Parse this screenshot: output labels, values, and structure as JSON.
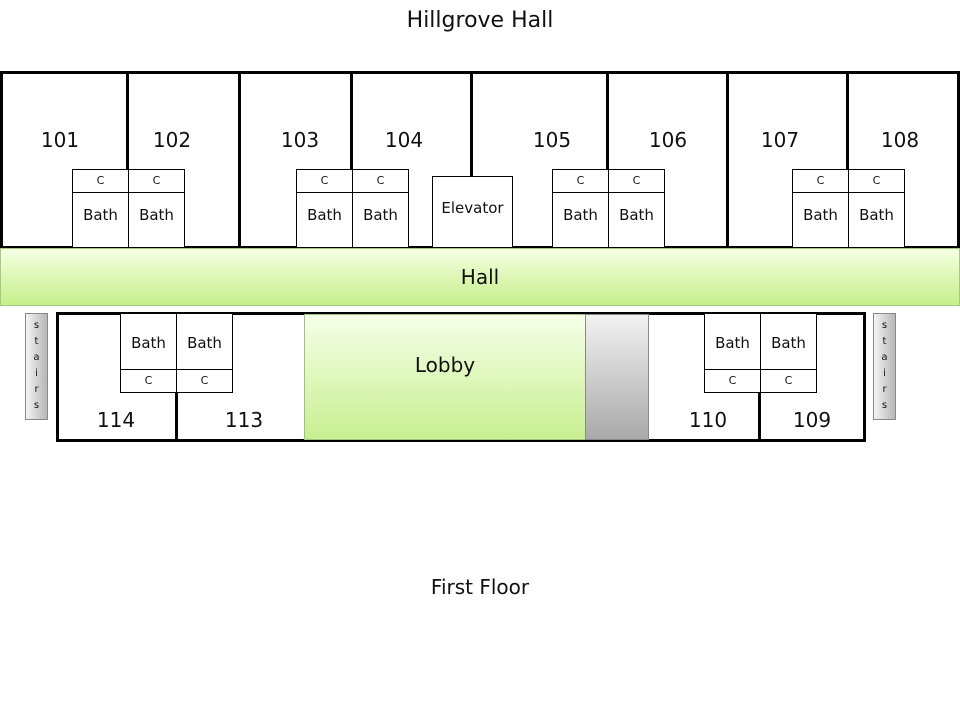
{
  "title": "Hillgrove Hall",
  "subtitle": "First Floor",
  "closet_label": "C",
  "bath_label": "Bath",
  "hall_label": "Hall",
  "lobby_label": "Lobby",
  "elevator_label": "Elevator",
  "stairs_letters": [
    "s",
    "t",
    "a",
    "i",
    "r",
    "s"
  ],
  "rooms_top": [
    "101",
    "102",
    "103",
    "104",
    "105",
    "106",
    "107",
    "108"
  ],
  "rooms_bottom_left": [
    "114",
    "113"
  ],
  "rooms_bottom_right": [
    "110",
    "109"
  ]
}
